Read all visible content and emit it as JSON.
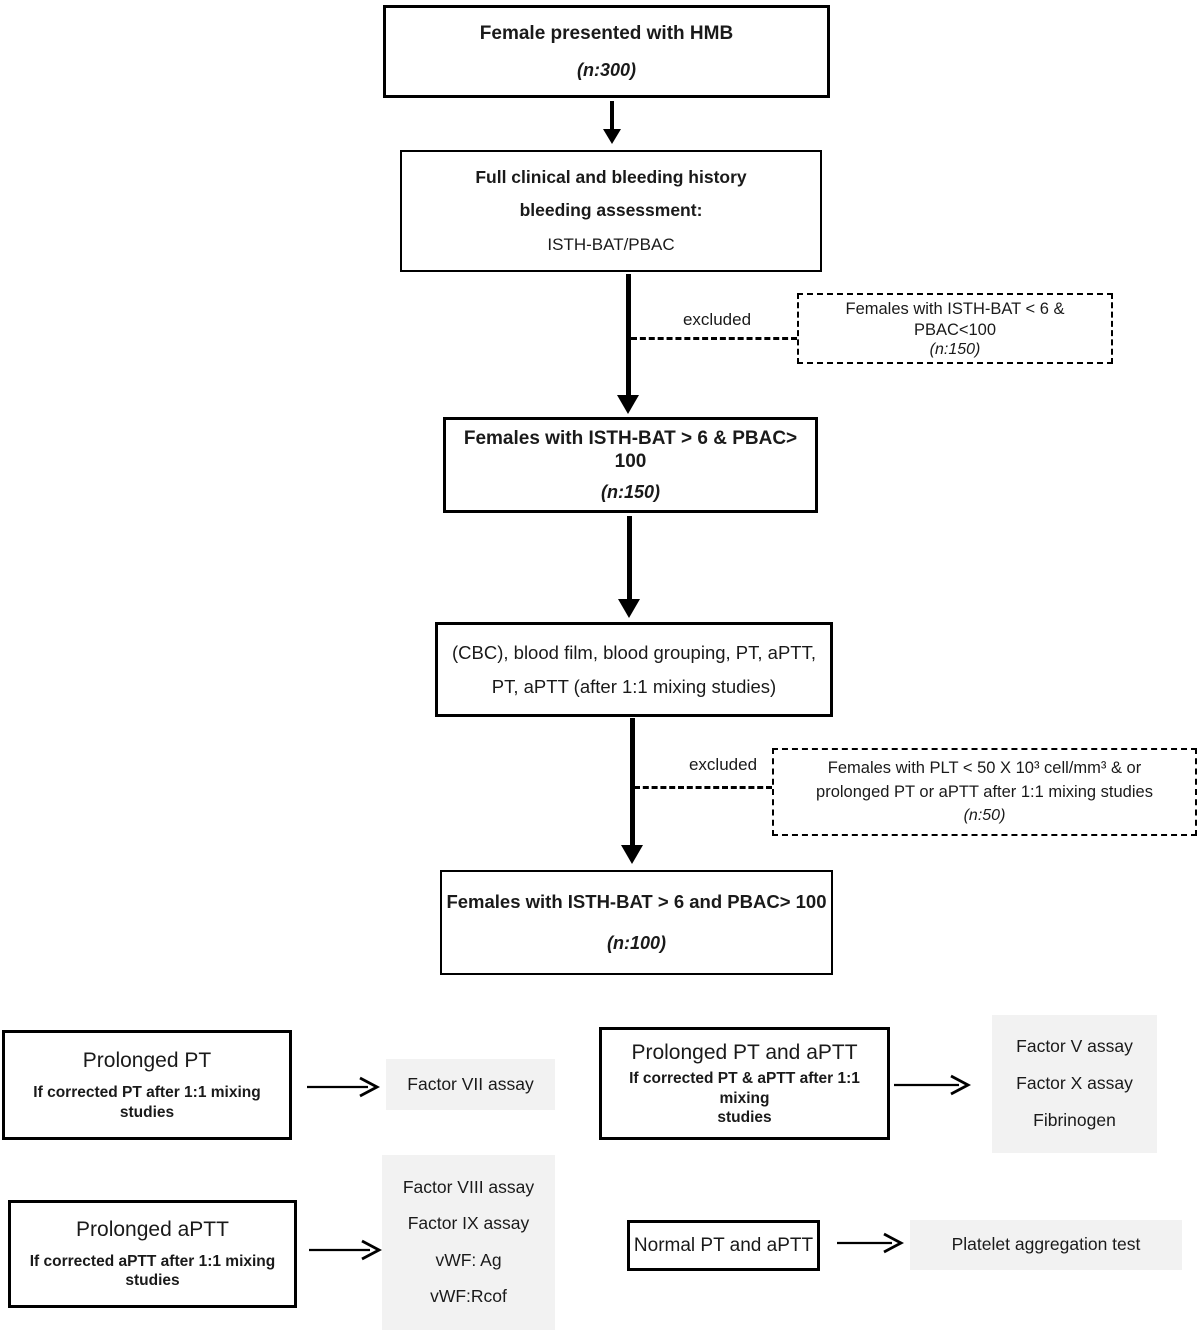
{
  "colors": {
    "box_border": "#000000",
    "result_box_bg": "#f2f2f2",
    "text": "#1a1a1a",
    "page_bg": "#ffffff"
  },
  "flowchart": {
    "screening": {
      "box_presented": {
        "title": "Female presented with HMB",
        "count": "(n:300)"
      },
      "box_history": {
        "line1": "Full clinical and bleeding history",
        "line2": "bleeding assessment:",
        "line3": "ISTH-BAT/PBAC"
      },
      "exclusion1": {
        "arrow_label": "excluded",
        "line1": "Females with ISTH-BAT < 6 & PBAC<100",
        "count": "(n:150)"
      },
      "box_included1": {
        "title": "Females with ISTH-BAT > 6 & PBAC> 100",
        "count": "(n:150)"
      },
      "box_labs": {
        "line1": "(CBC), blood film, blood grouping, PT, aPTT,",
        "line2": "PT, aPTT (after 1:1 mixing studies)"
      },
      "exclusion2": {
        "arrow_label": "excluded",
        "line1": "Females with PLT < 50 X 10³ cell/mm³ & or",
        "line2": "prolonged PT or aPTT after 1:1 mixing studies",
        "count": "(n:50)"
      },
      "box_included2": {
        "title": "Females with ISTH-BAT > 6 and PBAC> 100",
        "count": "(n:100)"
      }
    },
    "workup": {
      "prolonged_pt": {
        "title": "Prolonged PT",
        "condition": "If corrected PT after 1:1 mixing studies",
        "tests": [
          "Factor VII assay"
        ]
      },
      "prolonged_pt_aptt": {
        "title": "Prolonged PT and aPTT",
        "condition_line1": "If corrected PT & aPTT after 1:1 mixing",
        "condition_line2": "studies",
        "tests": [
          "Factor V assay",
          "Factor X assay",
          "Fibrinogen"
        ]
      },
      "prolonged_aptt": {
        "title": "Prolonged aPTT",
        "condition_line1": "If corrected aPTT after 1:1 mixing",
        "condition_line2": "studies",
        "tests": [
          "Factor VIII assay",
          "Factor IX assay",
          "vWF: Ag",
          "vWF:Rcof"
        ]
      },
      "normal_pt_aptt": {
        "title": "Normal PT and aPTT",
        "tests": [
          "Platelet aggregation test"
        ]
      }
    }
  }
}
